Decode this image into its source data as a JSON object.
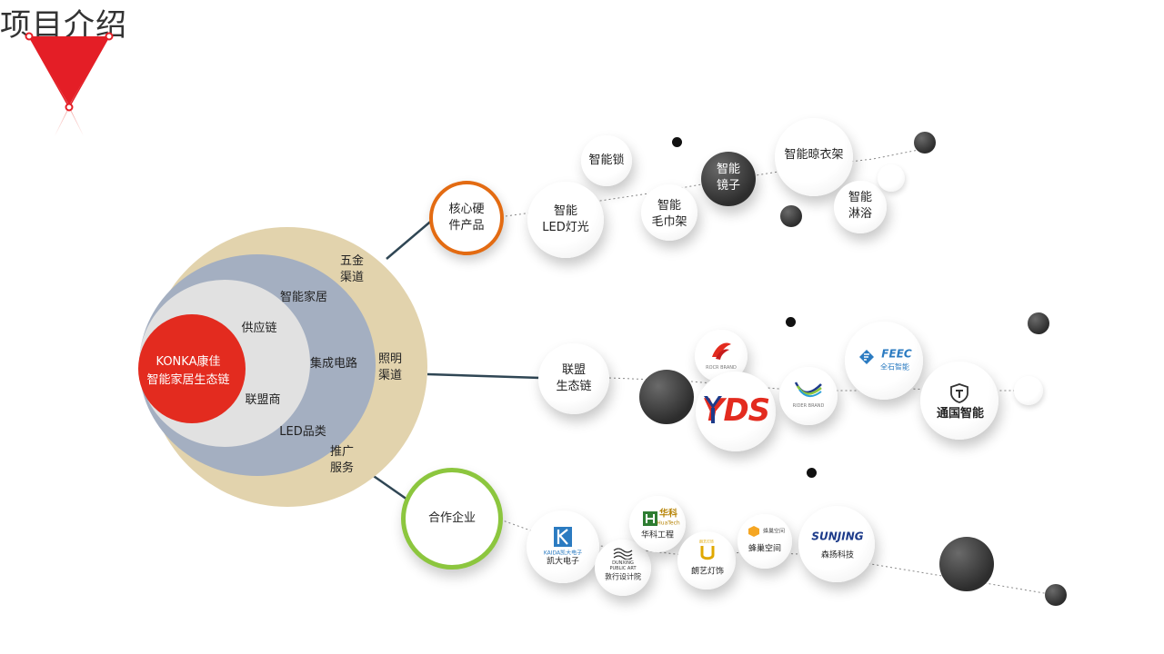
{
  "title": "项目介绍",
  "core": {
    "line1": "KONKA康佳",
    "line2": "智能家居生态链"
  },
  "rings": {
    "inner": [
      "供应链",
      "联盟商"
    ],
    "middle": [
      "智能家居",
      "集成电路",
      "LED品类"
    ],
    "outer": [
      "五金\n渠道",
      "照明\n渠道",
      "推广\n服务"
    ]
  },
  "branches": {
    "hardware": {
      "label": "核心硬\n件产品",
      "color": "#e36b12",
      "items": [
        "智能锁",
        "智能\nLED灯光",
        "智能\n毛巾架",
        "智能\n镜子",
        "智能晾衣架",
        "智能\n淋浴"
      ]
    },
    "alliance": {
      "label": "联盟\n生态链",
      "color": "#cccccc",
      "logos": [
        "ROCR BRAND",
        "YDS",
        "RIDER BRAND",
        "FEEC",
        "全石智能",
        "通国智能"
      ]
    },
    "partners": {
      "label": "合作企业",
      "color": "#8cc63e",
      "logos": [
        "KAIDA凯大电子",
        "凯大电子",
        "DUNXING PUBLIC ART",
        "敦行设计院",
        "华科",
        "HuaTech",
        "华科工程",
        "朗艺灯饰",
        "朗艺灯饰",
        "蜂巢空间",
        "蜂巢空间",
        "SUNJING",
        "森扬科技"
      ]
    }
  },
  "colors": {
    "accent": "#e32b1f",
    "ring_outer": "#e2d3ad",
    "ring_middle": "#a4afc1",
    "ring_inner": "#e1e1e1",
    "connector": "#2f4654"
  }
}
